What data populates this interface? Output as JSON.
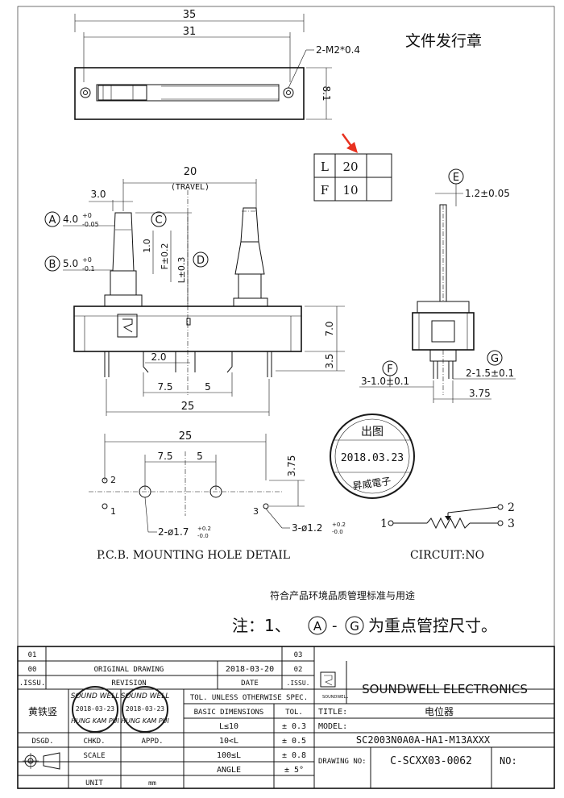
{
  "header": {
    "doc_issue_stamp": "文件发行章"
  },
  "top_view": {
    "width_outer": "35",
    "width_inner": "31",
    "hole_spec": "2-M2*0.4",
    "height": "8.1"
  },
  "lf_table": {
    "rows": [
      {
        "key": "L",
        "value": "20"
      },
      {
        "key": "F",
        "value": "10"
      }
    ]
  },
  "front_view": {
    "travel_value": "20",
    "travel_label": "(TRAVEL)",
    "dim_3": "3.0",
    "marker_a": "A",
    "dim_a": "4.0",
    "dim_a_tol_upper": "+0",
    "dim_a_tol_lower": "-0.05",
    "marker_b": "B",
    "dim_b": "5.0",
    "dim_b_tol_upper": "+0",
    "dim_b_tol_lower": "-0.1",
    "marker_c": "C",
    "marker_d": "D",
    "dim_1": "1.0",
    "dim_f": "F±0.2",
    "dim_l": "L±0.3",
    "dim_7": "7.0",
    "dim_35": "3.5",
    "dim_20": "2.0",
    "dim_75": "7.5",
    "dim_5": "5",
    "dim_25": "25"
  },
  "side_view": {
    "marker_e": "E",
    "dim_e": "1.2±0.05",
    "marker_f": "F",
    "dim_f": "3-1.0±0.1",
    "marker_g": "G",
    "dim_g": "2-1.5±0.1",
    "dim_375": "3.75"
  },
  "date_stamp": {
    "top": "出图",
    "date": "2018.03.23",
    "bottom": "昇威電子"
  },
  "pcb": {
    "dim_25": "25",
    "dim_75": "7.5",
    "dim_5": "5",
    "dim_375": "3.75",
    "pin1": "1",
    "pin2": "2",
    "pin3": "3",
    "hole_big": "2-ø1.7",
    "hole_big_tol_upper": "+0.2",
    "hole_big_tol_lower": "-0.0",
    "hole_small": "3-ø1.2",
    "hole_small_tol_upper": "+0.2",
    "hole_small_tol_lower": "-0.0",
    "caption": "P.C.B.  MOUNTING HOLE DETAIL"
  },
  "circuit": {
    "pin1": "1",
    "pin2": "2",
    "pin3": "3",
    "caption": "CIRCUIT:NO"
  },
  "notes": {
    "rohs": "符合产品环境品质管理标准与用途",
    "main_prefix": "注：1、",
    "marker_a": "A",
    "dash": "-",
    "marker_g": "G",
    "main_suffix": "为重点管控尺寸。"
  },
  "title_block": {
    "rev_01": "01",
    "rev_00": "00",
    "rev_00_desc": "ORIGINAL  DRAWING",
    "rev_00_date": "2018-03-20",
    "rev_03": "03",
    "rev_02": "02",
    "issu_label": ".ISSU.",
    "revision_label": "REVISION",
    "date_label": "DATE",
    "issu_label2": ".ISSU.",
    "company": "SOUNDWELL  ELECTRONICS",
    "logo_text": "SOUNDWELL",
    "drawn_name": "黄铁竖",
    "stamp_name": "SOUND WELL",
    "stamp_date": "2018-03-23",
    "stamp_sub": "HUNG KAM PUI",
    "tol_header": "TOL. UNLESS OTHERWISE SPEC.",
    "basic_dim": "BASIC DIMENSIONS",
    "tol_label": "TOL.",
    "tol_rows": [
      {
        "range": "L≤10",
        "tol": "± 0.3"
      },
      {
        "range": "10<L",
        "tol": "± 0.5"
      },
      {
        "range": "100≤L",
        "tol": "± 0.8"
      },
      {
        "range": "ANGLE",
        "tol": "± 5°"
      }
    ],
    "dsgd": "DSGD.",
    "chkd": "CHKD.",
    "appd": "APPD.",
    "scale": "SCALE",
    "unit": "UNIT",
    "unit_value": "mm",
    "title_label": "TITLE:",
    "title_value": "电位器",
    "model_label": "MODEL:",
    "model_value": "SC2003N0A0A-HA1-M13AXXX",
    "drawing_no_label": "DRAWING NO:",
    "drawing_no_value": "C-SCXX03-0062",
    "no_label": "NO:"
  }
}
